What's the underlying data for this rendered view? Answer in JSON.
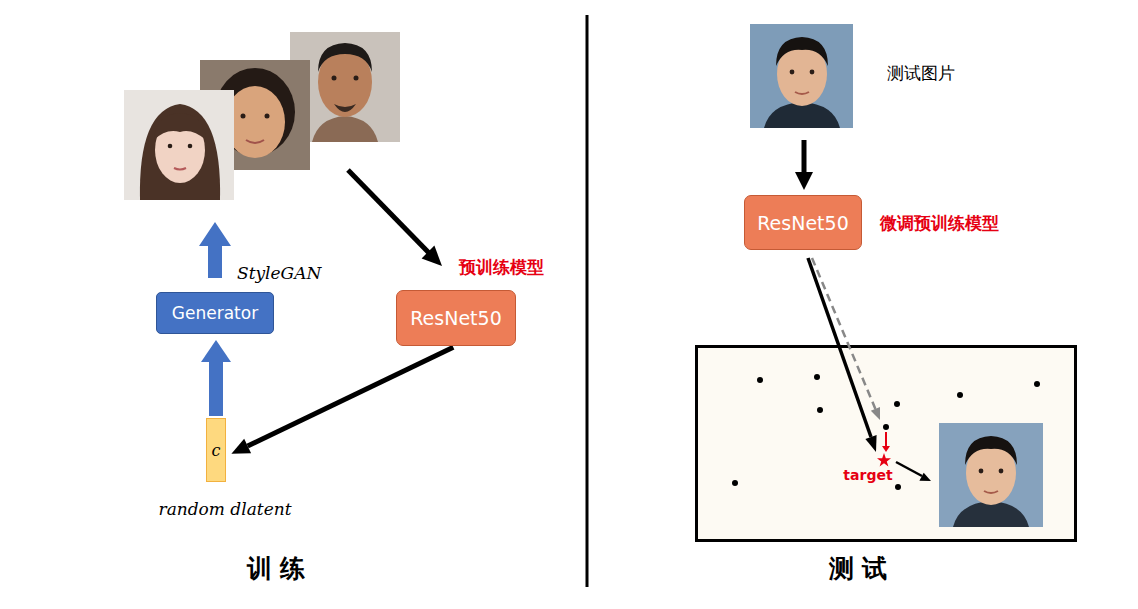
{
  "diagram": {
    "nodes": [
      {
        "text": [
          "Generator"
        ]
      },
      {
        "text": [
          "ResNet50"
        ]
      },
      {
        "text": [
          "c"
        ]
      },
      {
        "text": [
          "ResNet50"
        ]
      }
    ],
    "edges": [
      {
        "from": 2,
        "to": 0,
        "arrow": "to"
      },
      {
        "from": 1,
        "to": 2,
        "arrow": "to"
      }
    ],
    "labels": [
      "StyleGAN",
      "random dlatent",
      "预训练模型",
      "测试图片",
      "微调预训练模型",
      "target",
      "训练",
      "测试"
    ]
  }
}
